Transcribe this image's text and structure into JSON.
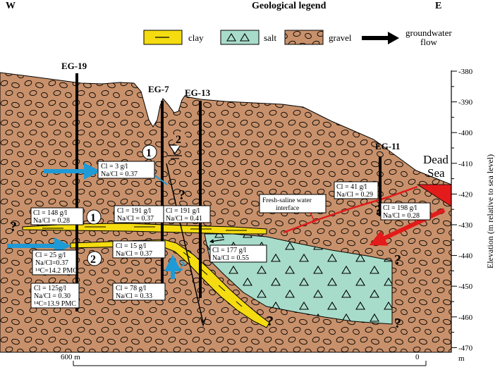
{
  "header": {
    "west": "W",
    "east": "E",
    "title": "Geological legend"
  },
  "legend": {
    "clay": "clay",
    "salt": "salt",
    "gravel": "gravel",
    "flow_line1": "groundwater",
    "flow_line2": "flow"
  },
  "colors": {
    "gravel": "#c8916b",
    "clay": "#f4dc10",
    "salt": "#a8dcca",
    "sea": "#e31b1b",
    "arrow_blue": "#1e9ad6",
    "arrow_red": "#e31b1b"
  },
  "wells": {
    "eg19": "EG-19",
    "eg7": "EG-7",
    "eg13": "EG-13",
    "eg11": "EG-11"
  },
  "sea": {
    "line1": "Dead",
    "line2": "Sea"
  },
  "interface_label": {
    "line1": "Fresh-saline water",
    "line2": "interface"
  },
  "axis": {
    "title": "Elevation (m relative to sea level)",
    "ticks": [
      "-380",
      "-390",
      "-400",
      "-410",
      "-420",
      "-430",
      "-440",
      "-450",
      "-460",
      "-470"
    ],
    "scale_left": "600 m",
    "scale_right": "0",
    "scale_unit": "m"
  },
  "aquifer_numbers": {
    "n1a": "1",
    "n1b": "1",
    "n2a": "2",
    "n2b": "2"
  },
  "question_mark": "?",
  "boxes": {
    "b1": {
      "l1": "Cl = 3 g/l",
      "l2": "Na/Cl = 0.37"
    },
    "b2": {
      "l1": "Cl = 148 g/l",
      "l2": "Na/Cl = 0.28"
    },
    "b3": {
      "l1": "Cl = 191 g/l",
      "l2": "Na/Cl = 0.37"
    },
    "b4": {
      "l1": "Cl = 191 g/l",
      "l2": "Na/Cl = 0.41"
    },
    "b5": {
      "l1": "Cl = 25 g/l",
      "l2": "Na/Cl=0.37",
      "l3": "¹⁴C=14.2 PMC"
    },
    "b6": {
      "l1": "Cl = 15 g/l",
      "l2": "Na/Cl = 0.37"
    },
    "b7": {
      "l1": "Cl = 177 g/l",
      "l2": "Na/Cl = 0.55"
    },
    "b8": {
      "l1": "Cl = 125g/l",
      "l2": "Na/Cl = 0.30",
      "l3": "¹⁴C=13.9 PMC"
    },
    "b9": {
      "l1": "Cl = 78 g/l",
      "l2": "Na/Cl = 0.33"
    },
    "b10": {
      "l1": "Cl = 41 g/l",
      "l2": "Na/Cl = 0.29"
    },
    "b11": {
      "l1": "Cl = 198 g/l",
      "l2": "Na/Cl = 0.28"
    }
  }
}
